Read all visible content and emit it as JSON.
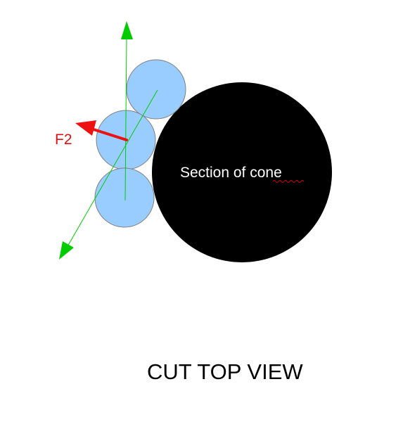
{
  "diagram": {
    "cone_label": "Section of cone",
    "force_label": "F2",
    "caption": "CUT TOP VIEW"
  },
  "colors": {
    "background": "#ffffff",
    "cone_fill": "#000000",
    "roller_fill": "#99ccff",
    "roller_stroke": "#7f7f7f",
    "axis_line": "#00cc00",
    "force_arrow": "#ee1111",
    "force_label": "#dd1111",
    "cone_label": "#ffffff",
    "caption": "#000000",
    "spellcheck_underline": "#cc0000"
  }
}
